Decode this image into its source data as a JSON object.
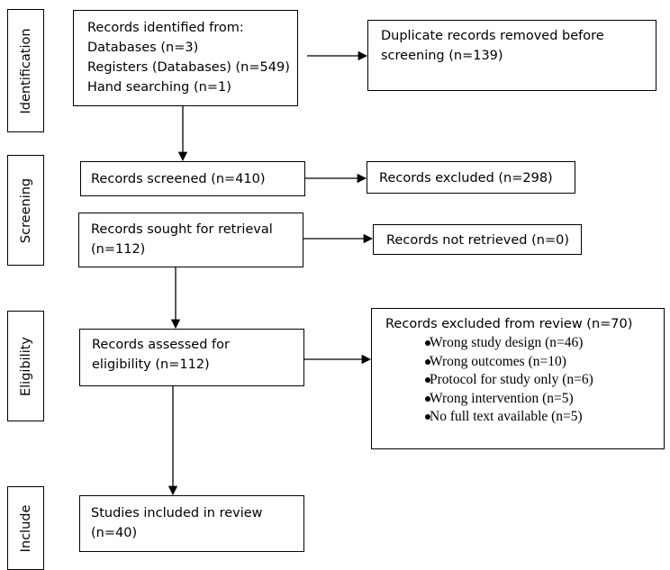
{
  "stages": {
    "identification": "Identification",
    "screening": "Screening",
    "eligibility": "Eligibility",
    "include": "Include"
  },
  "boxes": {
    "identified": {
      "title": "Records identified from:",
      "lines": [
        "Databases (n=3)",
        "Registers (Databases) (n=549)",
        "Hand searching (n=1)"
      ]
    },
    "duplicates": {
      "line1": "Duplicate records removed before",
      "line2": "screening (n=139)"
    },
    "screened": {
      "text": "Records screened (n=410)"
    },
    "excluded": {
      "text": "Records excluded (n=298)"
    },
    "sought": {
      "line1": "Records sought for retrieval",
      "line2": "(n=112)"
    },
    "not_retrieved": {
      "text": "Records not retrieved (n=0)"
    },
    "assessed": {
      "line1": "Records assessed for",
      "line2": "eligibility (n=112)"
    },
    "excluded_review": {
      "title": "Records excluded from review (n=70)",
      "items": [
        "Wrong study design (n=46)",
        "Wrong outcomes (n=10)",
        "Protocol for study only (n=6)",
        "Wrong intervention (n=5)",
        "No full text available (n=5)"
      ]
    },
    "included": {
      "line1": "Studies included in review",
      "line2": "(n=40)"
    }
  }
}
